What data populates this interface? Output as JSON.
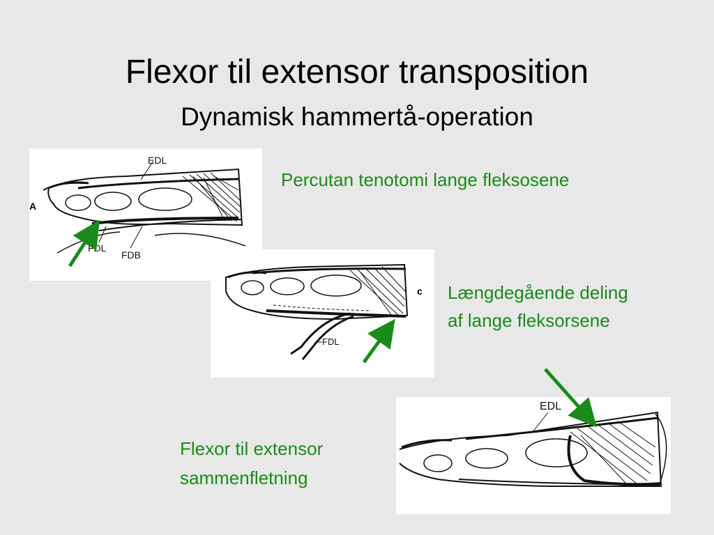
{
  "slide": {
    "title": "Flexor til extensor transposition",
    "subtitle": "Dynamisk hammertå-operation"
  },
  "captions": {
    "step1": "Percutan tenotomi lange fleksosene",
    "step2_line1": "Længdegående deling",
    "step2_line2": "af lange fleksorsene",
    "step3_line1": "Flexor til extensor",
    "step3_line2": "sammenfletning"
  },
  "figure_labels": {
    "panel_a": "A",
    "panel_c": "c",
    "edl": "EDL",
    "fdl": "FDL",
    "fdb": "FDB"
  },
  "colors": {
    "background": "#e8e8e8",
    "caption_green": "#1a8a1a",
    "arrow_green": "#1a8a1a"
  }
}
